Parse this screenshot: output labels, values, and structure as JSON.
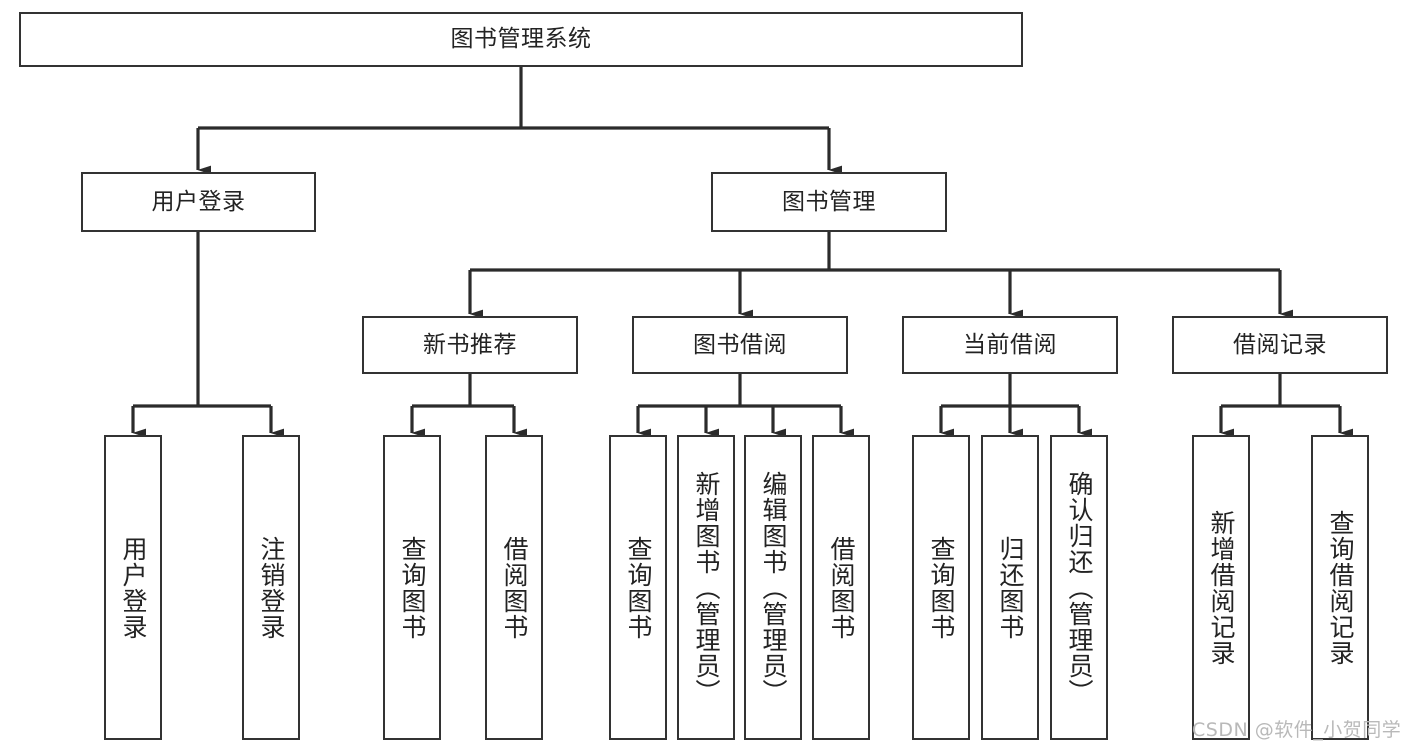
{
  "diagram": {
    "title": "图书管理系统",
    "type": "tree-hierarchy-chart",
    "root": {
      "label": "图书管理系统"
    },
    "level1": [
      {
        "label": "用户登录"
      },
      {
        "label": "图书管理"
      }
    ],
    "level2": [
      {
        "label": "新书推荐"
      },
      {
        "label": "图书借阅"
      },
      {
        "label": "当前借阅"
      },
      {
        "label": "借阅记录"
      }
    ],
    "leaves": [
      {
        "label": "用户登录"
      },
      {
        "label": "注销登录"
      },
      {
        "label": "查询图书"
      },
      {
        "label": "借阅图书"
      },
      {
        "label": "查询图书"
      },
      {
        "label": "新增图书（管理员）"
      },
      {
        "label": "编辑图书（管理员）"
      },
      {
        "label": "借阅图书"
      },
      {
        "label": "查询图书"
      },
      {
        "label": "归还图书"
      },
      {
        "label": "确认归还（管理员）"
      },
      {
        "label": "新增借阅记录"
      },
      {
        "label": "查询借阅记录"
      }
    ]
  },
  "watermark": {
    "text": "CSDN @软件_小贺同学"
  },
  "colors": {
    "border": "#333333",
    "text": "#232323",
    "background": "#ffffff",
    "watermark": "#b9b9b9"
  }
}
